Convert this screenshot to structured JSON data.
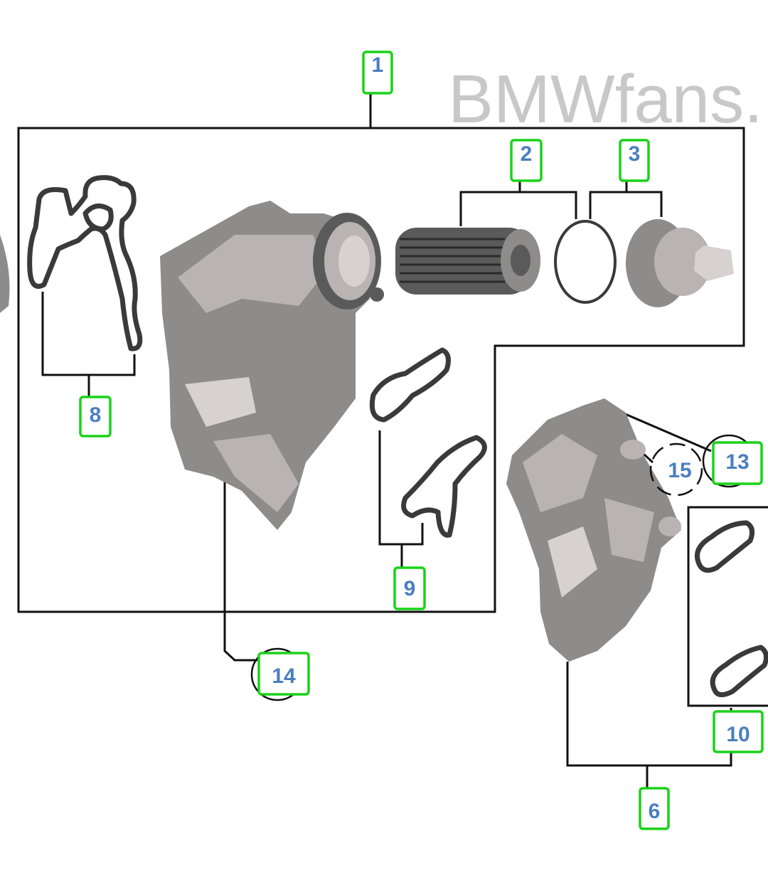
{
  "watermark": "BMWfans.",
  "callouts": {
    "c1": "1",
    "c2": "2",
    "c3": "3",
    "c6": "6",
    "c8": "8",
    "c9": "9",
    "c10": "10",
    "c13": "13",
    "c14": "14",
    "c15": "15"
  },
  "colors": {
    "callout_border": "#19d219",
    "callout_text": "#4a7fbf",
    "line": "#111111",
    "part_gray": "#8e8b8b",
    "watermark": "#c8c8c8"
  }
}
